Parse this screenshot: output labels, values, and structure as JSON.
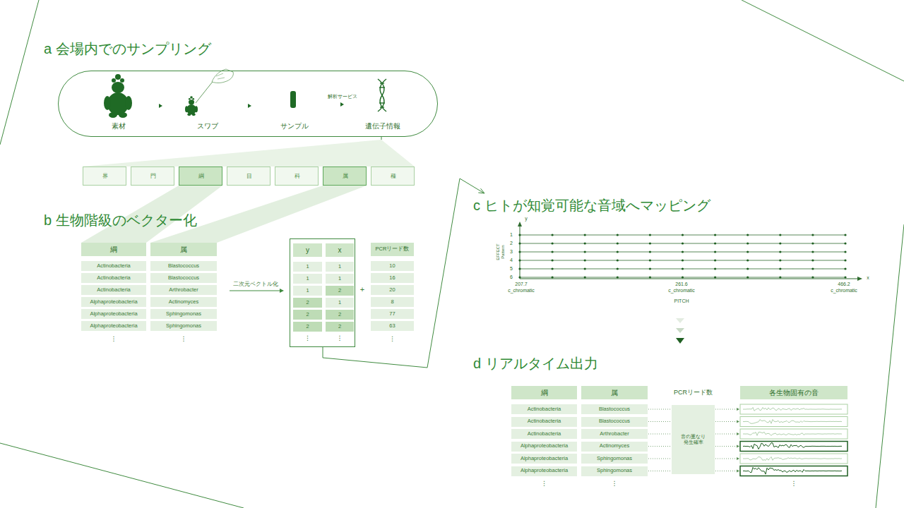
{
  "diagram": {
    "nodes": [
      {
        "text": [
          "素材",
          "スワブ",
          "サンプル",
          "解析サービス",
          "遺伝子情報"
        ]
      },
      {
        "text": [
          "界"
        ]
      },
      {
        "text": [
          "門"
        ]
      },
      {
        "text": [
          "綱"
        ]
      },
      {
        "text": [
          "目"
        ]
      },
      {
        "text": [
          "科"
        ]
      },
      {
        "text": [
          "属"
        ]
      },
      {
        "text": [
          "種"
        ]
      },
      {
        "text": [
          "y",
          "x",
          "1",
          "1",
          "1",
          "1",
          "1",
          "2",
          "2",
          "1",
          "2",
          "2",
          "2",
          "2",
          "⋮",
          "⋮"
        ]
      },
      {
        "text": [
          "音の重なり 発生確率"
        ]
      }
    ],
    "labels": [
      "a 会場内でのサンプリング",
      "b 生物階級のベクター化",
      "綱",
      "属",
      "Actinobacteria",
      "Blastococcus",
      "Actinobacteria",
      "Blastococcus",
      "Actinobacteria",
      "Arthrobacter",
      "Alphaproteobacteria",
      "Actinomyces",
      "Alphaproteobacteria",
      "Sphingomonas",
      "Alphaproteobacteria",
      "Sphingomonas",
      "⋮",
      "⋮",
      "二次元ベクトル化",
      "+",
      "PCRリード数",
      "10",
      "16",
      "20",
      "8",
      "77",
      "63",
      "⋮",
      "c ヒトが知覚可能な音域へマッピング",
      "y",
      "1",
      "2",
      "3",
      "4",
      "5",
      "6",
      "EFFECT Pattern",
      "x",
      "207.7",
      "c_chromatic",
      "261.6",
      "c_chromatic",
      "466.2",
      "c_chromatic",
      "PITCH",
      "d リアルタイム出力",
      "綱",
      "属",
      "PCRリード数",
      "各生物固有の音",
      "Actinobacteria",
      "Blastococcus",
      "Actinobacteria",
      "Blastococcus",
      "Actinobacteria",
      "Arthrobacter",
      "Alphaproteobacteria",
      "Actinomyces",
      "Alphaproteobacteria",
      "Sphingomonas",
      "Alphaproteobacteria",
      "Sphingomonas",
      "⋮",
      "⋮",
      "⋮"
    ]
  }
}
